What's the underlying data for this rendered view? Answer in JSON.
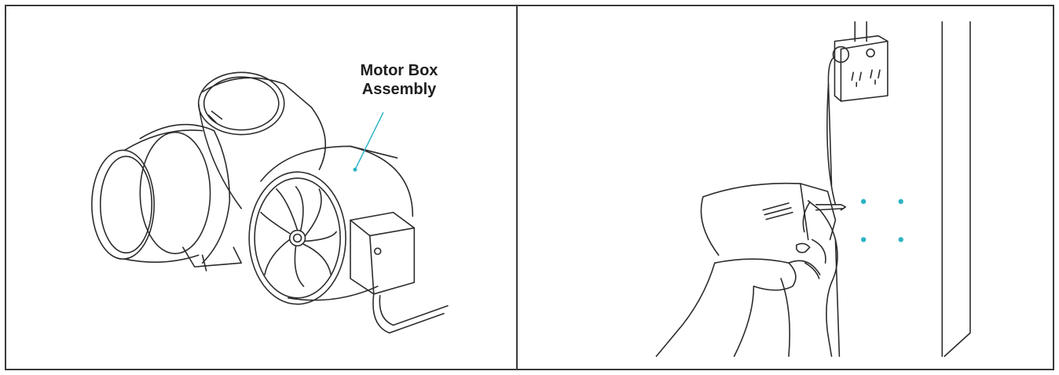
{
  "left_panel": {
    "callout_line1": "Motor Box",
    "callout_line2": "Assembly",
    "illustration": "inline-duct-fan-icon"
  },
  "right_panel": {
    "illustration": "drill-wall-outlet-icon",
    "marker_count": 4
  },
  "colors": {
    "line": "#2b2b2b",
    "accent": "#2bb3c4",
    "border": "#3a3a3a",
    "background": "#ffffff"
  }
}
